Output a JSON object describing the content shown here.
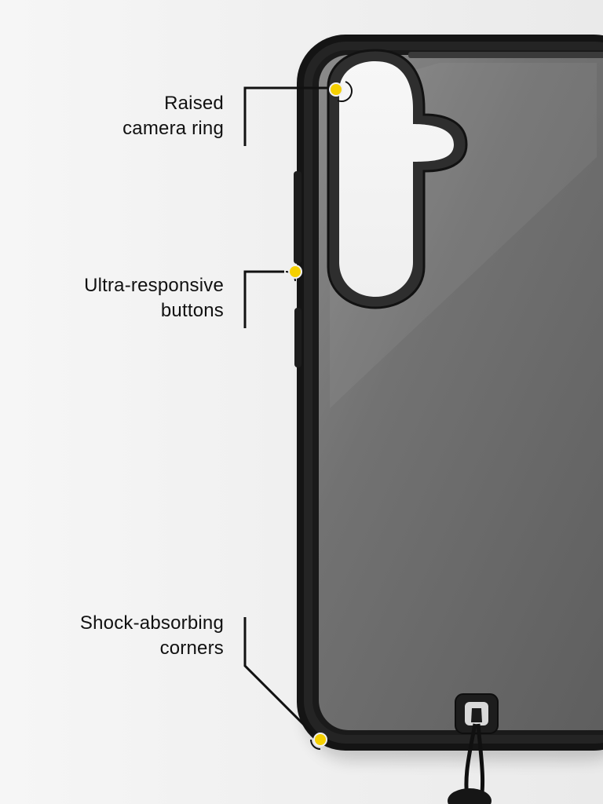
{
  "callouts": {
    "camera": {
      "line1": "Raised",
      "line2": "camera ring"
    },
    "buttons": {
      "line1": "Ultra-responsive",
      "line2": "buttons"
    },
    "corners": {
      "line1": "Shock-absorbing",
      "line2": "corners"
    }
  },
  "colors": {
    "background": "#f1f1f1",
    "case_frame": "#161616",
    "case_back": "#6b6b6b",
    "marker_dot": "#f5d000",
    "text": "#111111"
  }
}
